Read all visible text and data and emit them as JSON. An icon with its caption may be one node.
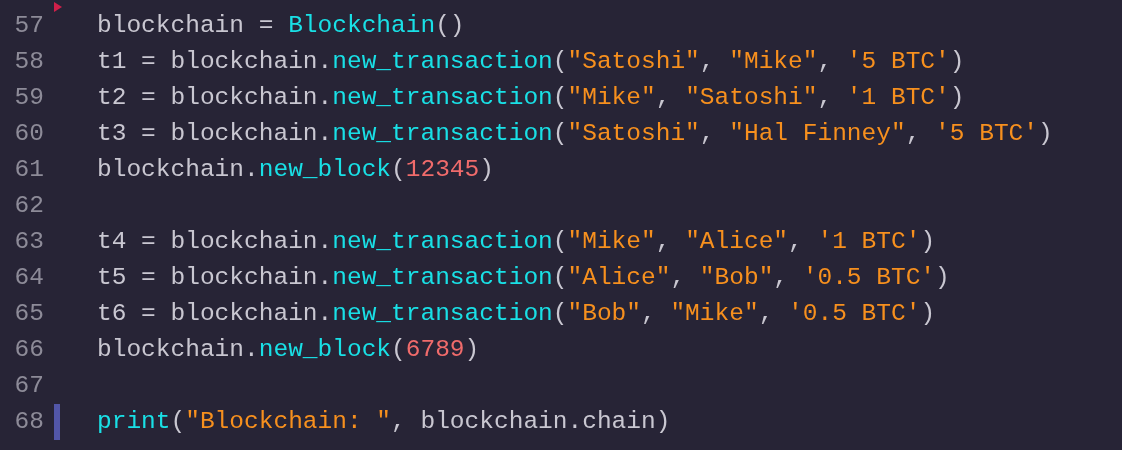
{
  "diagram": {
    "labels": [
      "57",
      "blockchain = Blockchain()",
      "58",
      "t1 = blockchain.new_transaction(\"Satoshi\", \"Mike\", '5 BTC')",
      "59",
      "t2 = blockchain.new_transaction(\"Mike\", \"Satoshi\", '1 BTC')",
      "60",
      "t3 = blockchain.new_transaction(\"Satoshi\", \"Hal Finney\", '5 BTC')",
      "61",
      "blockchain.new_block(12345)",
      "62",
      "63",
      "t4 = blockchain.new_transaction(\"Mike\", \"Alice\", '1 BTC')",
      "64",
      "t5 = blockchain.new_transaction(\"Alice\", \"Bob\", '0.5 BTC')",
      "65",
      "t6 = blockchain.new_transaction(\"Bob\", \"Mike\", '0.5 BTC')",
      "66",
      "blockchain.new_block(6789)",
      "67",
      "68",
      "print(\"Blockchain: \", blockchain.chain)"
    ]
  }
}
